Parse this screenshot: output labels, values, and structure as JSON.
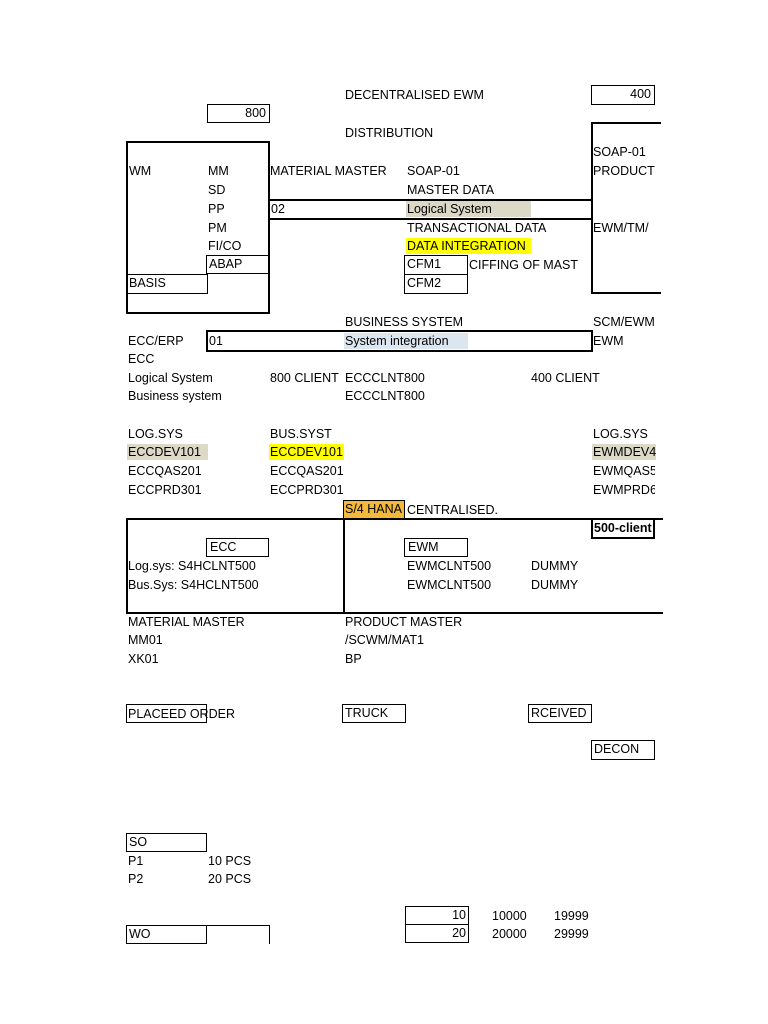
{
  "header": {
    "title": "DECENTRALISED EWM",
    "distribution": "DISTRIBUTION",
    "client_left": "800",
    "client_right": "400"
  },
  "ecc_modules": {
    "wm": "WM",
    "mm": "MM",
    "sd": "SD",
    "pp": "PP",
    "pm": "PM",
    "fico": "FI/CO",
    "abap": "ABAP",
    "basis": "BASIS"
  },
  "middle": {
    "material_master": "MATERIAL MASTER",
    "soap": "SOAP-01",
    "master_data": "MASTER DATA",
    "num_02": "02",
    "logical_system": "Logical System",
    "transactional_data": "TRANSACTIONAL DATA",
    "data_integration": "DATA INTEGRATION",
    "cfm1": "CFM1",
    "ciffing": "CIFFING OF MAST",
    "cfm2": "CFM2"
  },
  "right_box": {
    "soap": "SOAP-01",
    "product": "PRODUCT",
    "ewm_tm": "EWM/TM/"
  },
  "business": {
    "business_system": "BUSINESS SYSTEM",
    "scm_ewm": "SCM/EWM",
    "ecc_erp": "ECC/ERP",
    "num_01": "01",
    "system_integration": "System integration",
    "ewm": "EWM",
    "ecc": "ECC"
  },
  "systems": {
    "logical_system": "Logical System",
    "client_800": "800 CLIENT",
    "ecc_clnt": "ECCCLNT800",
    "client_400": "400 CLIENT",
    "business_system": "Business system",
    "ecc_clnt2": "ECCCLNT800"
  },
  "log_sys_table": {
    "col1_header": "LOG.SYS",
    "col1": [
      "ECCDEV101",
      "ECCQAS201",
      "ECCPRD301"
    ],
    "col2_header": "BUS.SYST",
    "col2": [
      "ECCDEV101",
      "ECCQAS201",
      "ECCPRD301"
    ],
    "col3_header": "LOG.SYS",
    "col3": [
      "EWMDEV4",
      "EWMQAS5",
      "EWMPRD6"
    ]
  },
  "s4": {
    "label": "S/4 HANA",
    "centralised": "CENTRALISED.",
    "client_500": "500-client",
    "ecc": "ECC",
    "ewm": "EWM",
    "log_sys": "Log.sys: S4HCLNT500",
    "bus_sys": "Bus.Sys: S4HCLNT500",
    "ewm_clnt1": "EWMCLNT500",
    "ewm_clnt2": "EWMCLNT500",
    "dummy1": "DUMMY",
    "dummy2": "DUMMY"
  },
  "masters": {
    "material_master": "MATERIAL MASTER",
    "mm01": "MM01",
    "xk01": "XK01",
    "product_master": "PRODUCT MASTER",
    "scwm": "/SCWM/MAT1",
    "bp": "BP"
  },
  "flow": {
    "placed_order": "PLACEED ORDER",
    "truck": "TRUCK",
    "received": "RCEIVED",
    "decon": "DECON"
  },
  "so_section": {
    "so": "SO",
    "p1": "P1",
    "p1_qty": "10 PCS",
    "p2": "P2",
    "p2_qty": "20 PCS"
  },
  "ranges": {
    "row1": [
      "10",
      "10000",
      "19999"
    ],
    "row2": [
      "20",
      "20000",
      "29999"
    ],
    "wo": "WO"
  }
}
